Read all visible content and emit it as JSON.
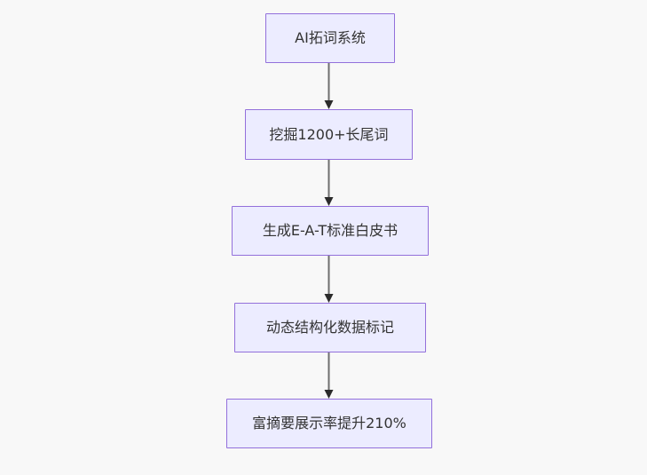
{
  "diagram": {
    "type": "flowchart",
    "direction": "top-down",
    "nodes": [
      {
        "id": "n1",
        "label": "AI拓词系统"
      },
      {
        "id": "n2",
        "label": "挖掘1200+长尾词"
      },
      {
        "id": "n3",
        "label": "生成E-A-T标准白皮书"
      },
      {
        "id": "n4",
        "label": "动态结构化数据标记"
      },
      {
        "id": "n5",
        "label": "富摘要展示率提升210%"
      }
    ],
    "edges": [
      {
        "from": "n1",
        "to": "n2"
      },
      {
        "from": "n2",
        "to": "n3"
      },
      {
        "from": "n3",
        "to": "n4"
      },
      {
        "from": "n4",
        "to": "n5"
      }
    ],
    "colors": {
      "node_fill": "#ececff",
      "node_border": "#9370db",
      "arrow_line": "#6e6e6e",
      "arrow_head": "#2b2b2b",
      "text": "#333333",
      "background": "#f8f8f8"
    }
  }
}
